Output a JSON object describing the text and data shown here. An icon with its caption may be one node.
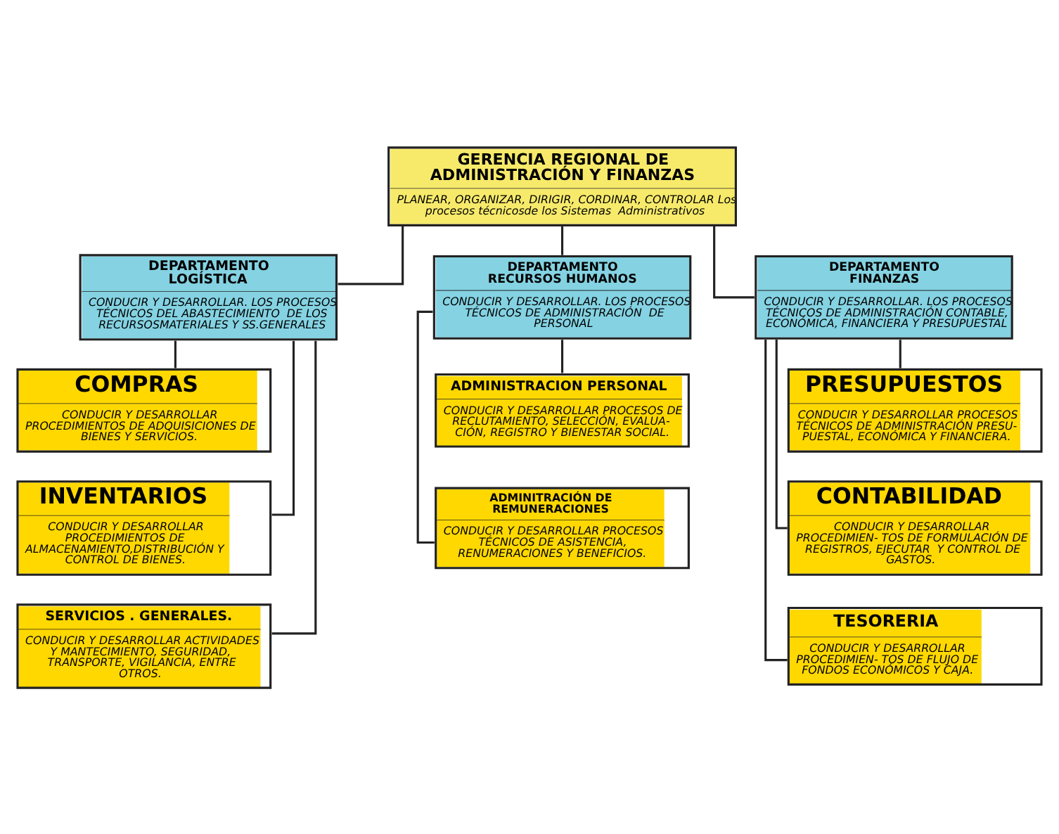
{
  "diagram": {
    "nodes": [
      {
        "text": [
          "GERENCIA REGIONAL DE ADMINISTRACIÓN Y FINANZAS",
          "PLANEAR, ORGANIZAR, DIRIGIR, CORDINAR, CONTROLAR Los procesos técnicosde los Sistemas  Administrativos"
        ]
      },
      {
        "text": [
          "DEPARTAMENTO LOGÍSTICA",
          "CONDUCIR Y DESARROLLAR. LOS PROCESOS TÉCNICOS DEL ABASTECIMIENTO  DE LOS RECURSOSMATERIALES Y SS.GENERALES"
        ]
      },
      {
        "text": [
          "DEPARTAMENTO RECURSOS HUMANOS",
          "CONDUCIR Y DESARROLLAR. LOS PROCESOS TÉCNICOS DE ADMINISTRACIÓN  DE PERSONAL"
        ]
      },
      {
        "text": [
          "DEPARTAMENTO FINANZAS",
          "CONDUCIR Y DESARROLLAR. LOS PROCESOS TÉCNICOS DE ADMINISTRACIÓN CONTABLE, ECONÓMICA, FINANCIERA Y PRESUPUESTAL"
        ]
      },
      {
        "text": [
          "COMPRAS",
          "CONDUCIR Y DESARROLLAR PROCEDIMIENTOS DE ADQUISICIONES DE BIENES Y SERVICIOS."
        ]
      },
      {
        "text": [
          "INVENTARIOS",
          "CONDUCIR Y DESARROLLAR PROCEDIMIENTOS DE ALMACENAMIENTO,DISTRIBUCIÓN Y CONTROL DE BIENES."
        ]
      },
      {
        "text": [
          "SERVICIOS . GENERALES.",
          "CONDUCIR Y DESARROLLAR ACTIVIDADES Y MANTECIMIENTO, SEGURIDAD, TRANSPORTE, VIGILANCIA, ENTRE OTROS."
        ]
      },
      {
        "text": [
          "ADMINISTRACION PERSONAL",
          "CONDUCIR Y DESARROLLAR PROCESOS DE RECLUTAMIENTO, SELECCIÓN, EVALUA- CIÓN, REGISTRO Y BIENESTAR SOCIAL."
        ]
      },
      {
        "text": [
          "ADMINITRACIÓN DE REMUNERACIONES",
          "CONDUCIR Y DESARROLLAR PROCESOS TÉCNICOS DE ASISTENCIA, RENUMERACIONES Y BENEFICIOS."
        ]
      },
      {
        "text": [
          "PRESUPUESTOS",
          "CONDUCIR Y DESARROLLAR PROCESOS TÉCNICOS DE ADMINISTRACIÓN PRESU- PUESTAL, ECONÓMICA Y FINANCIERA."
        ]
      },
      {
        "text": [
          "CONTABILIDAD",
          "CONDUCIR Y DESARROLLAR PROCEDIMIEN- TOS DE FORMULACIÓN DE REGISTROS, EJECUTAR  Y CONTROL DE GASTOS."
        ]
      },
      {
        "text": [
          "TESORERIA",
          "CONDUCIR Y DESARROLLAR PROCEDIMIEN- TOS DE FLUJO DE FONDOS ECONÓMICOS Y CAJA."
        ]
      }
    ],
    "edges": [
      {
        "from": 0,
        "to": 1,
        "arrow": "none"
      },
      {
        "from": 0,
        "to": 2,
        "arrow": "none"
      },
      {
        "from": 0,
        "to": 3,
        "arrow": "none"
      },
      {
        "from": 1,
        "to": 4,
        "arrow": "none"
      },
      {
        "from": 1,
        "to": 5,
        "arrow": "none"
      },
      {
        "from": 1,
        "to": 6,
        "arrow": "none"
      },
      {
        "from": 2,
        "to": 7,
        "arrow": "none"
      },
      {
        "from": 2,
        "to": 8,
        "arrow": "none"
      },
      {
        "from": 3,
        "to": 9,
        "arrow": "none"
      },
      {
        "from": 3,
        "to": 10,
        "arrow": "none"
      },
      {
        "from": 3,
        "to": 11,
        "arrow": "none"
      }
    ]
  }
}
